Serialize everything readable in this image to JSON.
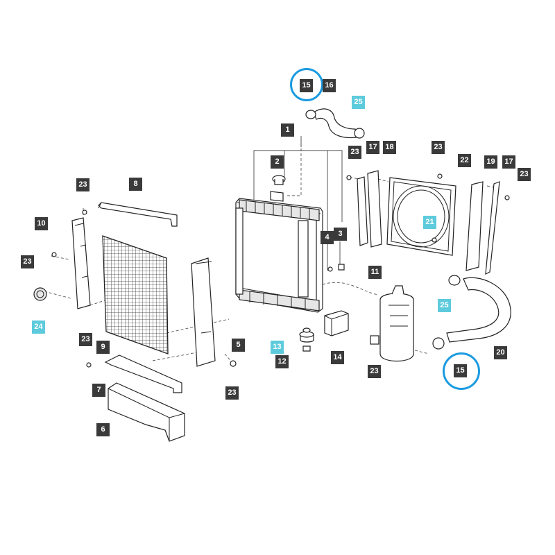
{
  "colors": {
    "label_dark": "#3a3a3a",
    "label_cyan": "#5ecbdc",
    "highlight_ring": "#1a9be0"
  },
  "labels": {
    "l15a": "15",
    "l16": "16",
    "l25a": "25",
    "l1": "1",
    "l2": "2",
    "l23a": "23",
    "l17a": "17",
    "l18": "18",
    "l23b": "23",
    "l22": "22",
    "l19": "19",
    "l17b": "17",
    "l23c": "23",
    "l8": "8",
    "l23d": "23",
    "l10": "10",
    "l23e": "23",
    "l24": "24",
    "l21": "21",
    "l4": "4",
    "l3": "3",
    "l11": "11",
    "l25b": "25",
    "l23f": "23",
    "l9": "9",
    "l5": "5",
    "l13": "13",
    "l12": "12",
    "l14": "14",
    "l23g": "23",
    "l20": "20",
    "l15b": "15",
    "l7": "7",
    "l23h": "23",
    "l6": "6"
  }
}
